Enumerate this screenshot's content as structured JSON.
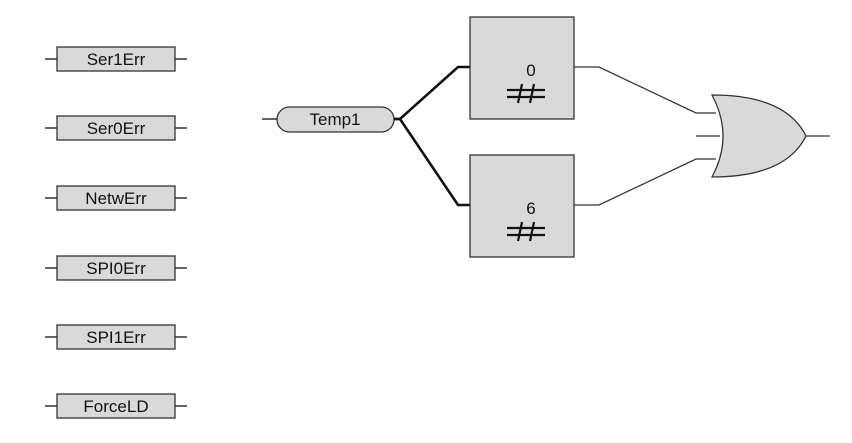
{
  "colors": {
    "block_fill": "#d9d9d9",
    "stroke": "#3a3a3a",
    "wire": "#333333",
    "background": "#ffffff"
  },
  "signals": [
    {
      "label": "Ser1Err"
    },
    {
      "label": "Ser0Err"
    },
    {
      "label": "NetwErr"
    },
    {
      "label": "SPI0Err"
    },
    {
      "label": "SPI1Err"
    },
    {
      "label": "ForceLD"
    }
  ],
  "input_variable": {
    "label": "Temp1"
  },
  "compare_blocks": [
    {
      "value": "0",
      "symbol": "not-equal-icon"
    },
    {
      "value": "6",
      "symbol": "not-equal-icon"
    }
  ],
  "or_gate": {
    "symbol": "or-gate-icon"
  }
}
